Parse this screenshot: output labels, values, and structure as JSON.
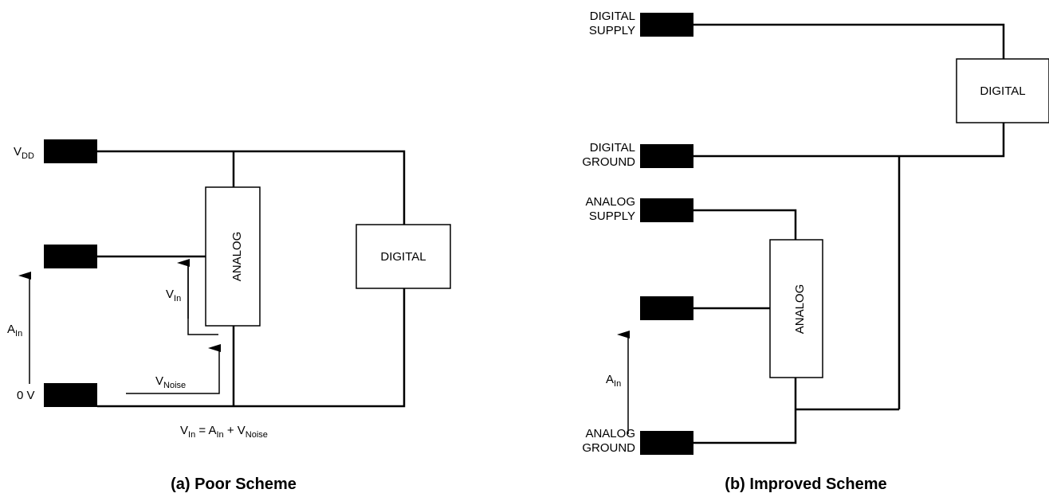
{
  "poor": {
    "vdd_main": "V",
    "vdd_sub": "DD",
    "zero_v": "0 V",
    "ain_main": "A",
    "ain_sub": "In",
    "vin_main": "V",
    "vin_sub": "In",
    "vnoise_main": "V",
    "vnoise_sub": "Noise",
    "analog_label": "ANALOG",
    "digital_label": "DIGITAL",
    "equation": {
      "v": "V",
      "v_sub": "In",
      "eq_a": " = A",
      "a_sub": "In",
      "plus_v": " + V",
      "noise_sub": "Noise"
    },
    "caption": "(a) Poor Scheme"
  },
  "improved": {
    "digital_supply": [
      "DIGITAL",
      "SUPPLY"
    ],
    "digital_ground": [
      "DIGITAL",
      "GROUND"
    ],
    "analog_supply": [
      "ANALOG",
      "SUPPLY"
    ],
    "analog_ground": [
      "ANALOG",
      "GROUND"
    ],
    "ain_main": "A",
    "ain_sub": "In",
    "analog_label": "ANALOG",
    "digital_label": "DIGITAL",
    "caption": "(b) Improved Scheme"
  }
}
